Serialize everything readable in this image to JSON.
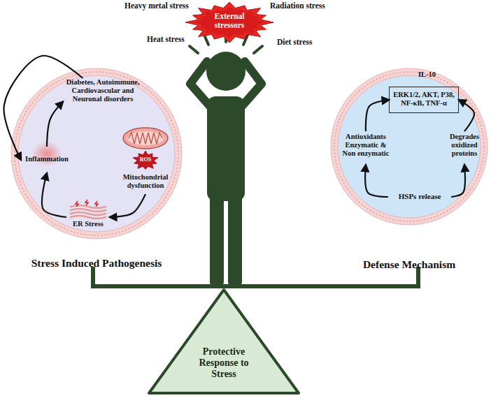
{
  "diagram": {
    "nodes": [
      {
        "text": [
          "External stressors"
        ]
      },
      {
        "text": [
          "Stress Induced Pathogenesis"
        ]
      },
      {
        "text": [
          "Diabetes, Autoimmune, Cardiovascular and Neuronal disorders"
        ],
        "in": 1
      },
      {
        "text": [
          "ROS",
          "Mitochondrial dysfunction"
        ],
        "in": 1
      },
      {
        "text": [
          "ER Stress"
        ],
        "in": 1
      },
      {
        "text": [
          "Inflammation"
        ],
        "in": 1
      },
      {
        "text": [
          "Defense Mechanism"
        ]
      },
      {
        "text": [
          "ERK1/2, AKT, P38, NF-κB, TNF-α"
        ],
        "in": 6
      },
      {
        "text": [
          "Antioxidants Enzymatic & Non enzymatic"
        ],
        "in": 6
      },
      {
        "text": [
          "Degrades oxidized proteins"
        ],
        "in": 6
      },
      {
        "text": [
          "HSPs release"
        ],
        "in": 6
      },
      {
        "text": [
          "Protective Response to Stress"
        ]
      }
    ],
    "edges": [
      {
        "from": 3,
        "to": 4,
        "arrow": "to"
      },
      {
        "from": 4,
        "to": 5,
        "arrow": "to"
      },
      {
        "from": 5,
        "to": 2,
        "arrow": "to"
      },
      {
        "from": 2,
        "to": 5,
        "arrow": "to"
      },
      {
        "from": 10,
        "to": 8,
        "arrow": "to"
      },
      {
        "from": 8,
        "to": 7,
        "arrow": "to"
      },
      {
        "from": 10,
        "to": 9,
        "arrow": "to"
      },
      {
        "from": 9,
        "to": 7,
        "arrow": "to"
      }
    ],
    "labels": [
      "Heavy metal stress",
      "Radiation stress",
      "Heat stress",
      "Diet stress",
      "IL-10"
    ]
  }
}
